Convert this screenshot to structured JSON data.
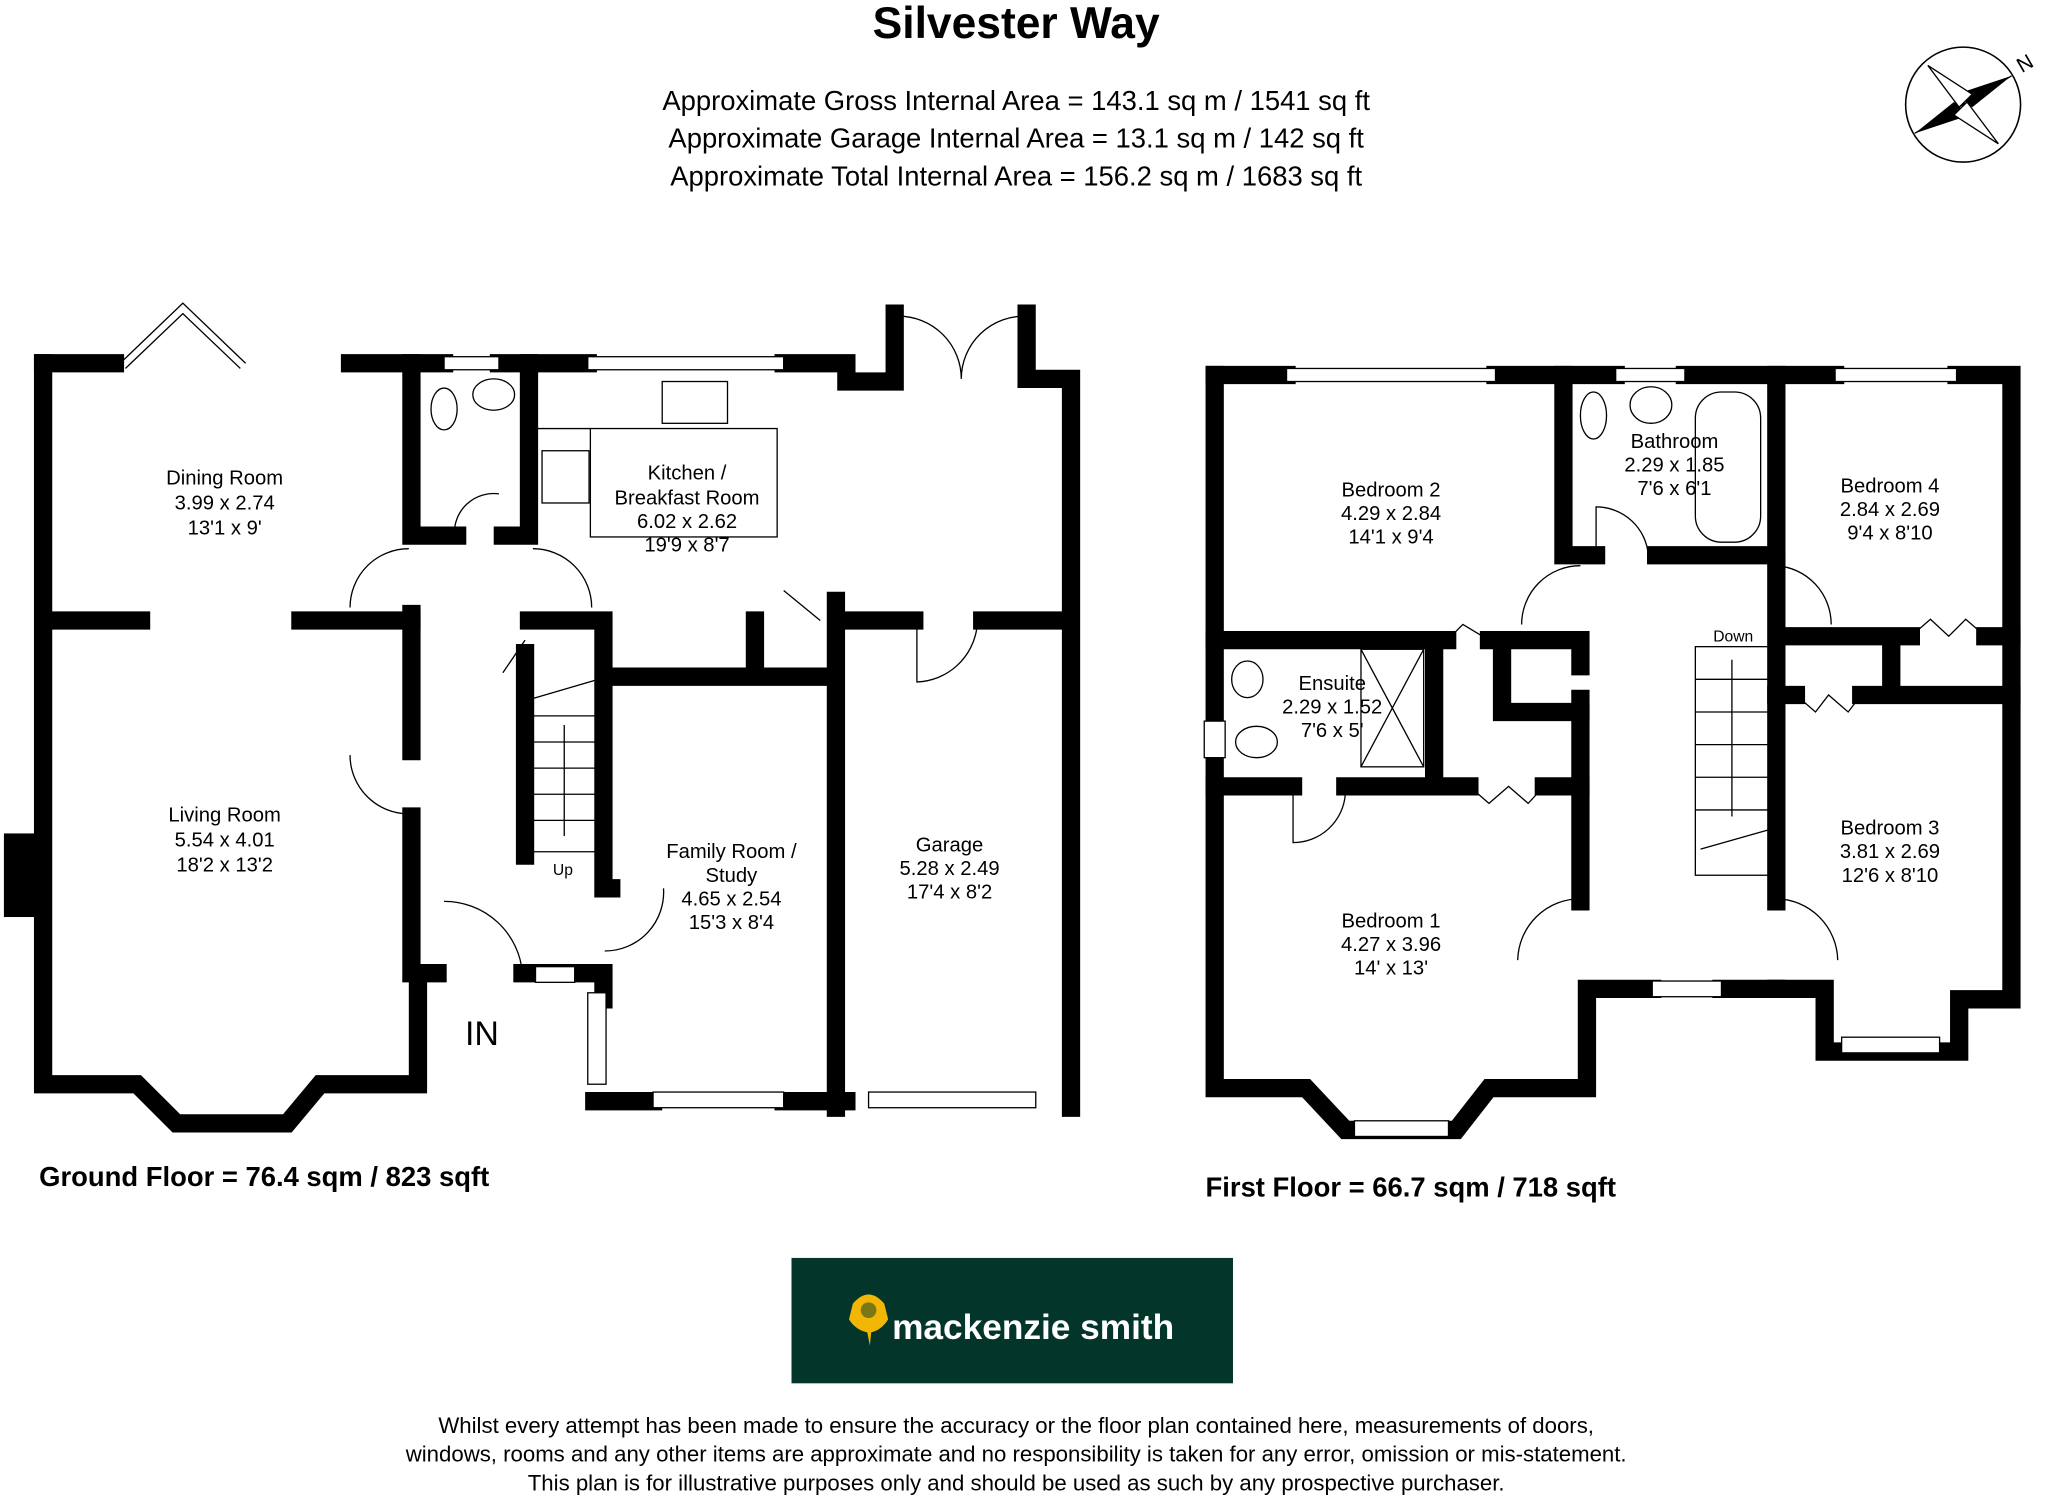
{
  "header": {
    "title": "Silvester Way",
    "areas": [
      "Approximate Gross Internal Area = 143.1 sq m / 1541 sq ft",
      "Approximate Garage Internal Area = 13.1 sq m / 142 sq ft",
      "Approximate Total Internal Area = 156.2 sq m / 1683 sq ft"
    ],
    "compass_label": "N"
  },
  "ground_floor": {
    "label": "Ground Floor = 76.4 sqm / 823 sqft",
    "entrance_label": "IN",
    "stairs_label": "Up",
    "rooms": [
      {
        "name": "Dining Room",
        "metric": "3.99 x 2.74",
        "imperial": "13'1 x 9'"
      },
      {
        "name": "Living Room",
        "metric": "5.54 x 4.01",
        "imperial": "18'2 x 13'2"
      },
      {
        "name": "Kitchen /",
        "name2": "Breakfast Room",
        "metric": "6.02 x 2.62",
        "imperial": "19'9 x 8'7"
      },
      {
        "name": "Family Room /",
        "name2": "Study",
        "metric": "4.65 x 2.54",
        "imperial": "15'3 x 8'4"
      },
      {
        "name": "Garage",
        "metric": "5.28 x 2.49",
        "imperial": "17'4 x 8'2"
      }
    ]
  },
  "first_floor": {
    "label": "First Floor = 66.7 sqm / 718 sqft",
    "stairs_label": "Down",
    "rooms": [
      {
        "name": "Bedroom 2",
        "metric": "4.29 x 2.84",
        "imperial": "14'1 x 9'4"
      },
      {
        "name": "Bathroom",
        "metric": "2.29 x 1.85",
        "imperial": "7'6 x 6'1"
      },
      {
        "name": "Bedroom 4",
        "metric": "2.84 x 2.69",
        "imperial": "9'4 x 8'10"
      },
      {
        "name": "Ensuite",
        "metric": "2.29 x 1.52",
        "imperial": "7'6 x 5'"
      },
      {
        "name": "Bedroom 1",
        "metric": "4.27 x 3.96",
        "imperial": "14' x 13'"
      },
      {
        "name": "Bedroom 3",
        "metric": "3.81 x 2.69",
        "imperial": "12'6 x 8'10"
      }
    ]
  },
  "logo": {
    "text": "mackenzie smith",
    "bg_color": "#03352a",
    "accent_color": "#f2b705"
  },
  "disclaimer": [
    "Whilst every attempt has been made to ensure the accuracy or the floor plan contained here, measurements of doors,",
    "windows, rooms and any other items are approximate and no responsibility is taken for any error, omission or mis-statement.",
    "This plan is for illustrative purposes only and should be used as such by any prospective purchaser."
  ]
}
